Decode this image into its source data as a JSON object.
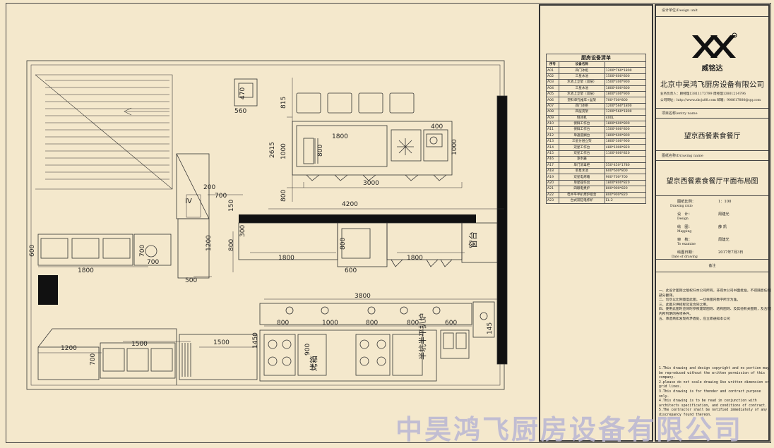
{
  "equipment_list": {
    "title": "厨房设备清单",
    "headers": [
      "序号",
      "设备名称",
      ""
    ],
    "rows": [
      [
        "A01",
        "四门冰柜",
        "1200*760*1800"
      ],
      [
        "A02",
        "三星水池",
        "1500*600*800"
      ],
      [
        "A03",
        "水池上立架（双层）",
        "1500*300*900"
      ],
      [
        "A04",
        "三星水池",
        "1800*600*800"
      ],
      [
        "A05",
        "水池上立架（双层）",
        "1800*300*900"
      ],
      [
        "A06",
        "塑料单孔推车+盆架",
        "700*700*800"
      ],
      [
        "A07",
        "四门冰柜",
        "1200*560*1800"
      ],
      [
        "A08",
        "四层货架",
        "1200*560*1800"
      ],
      [
        "A09",
        "制冰机",
        "400L"
      ],
      [
        "A10",
        "保鲜工作台",
        "1800*600*800"
      ],
      [
        "A11",
        "保鲜工作台",
        "1500*600*800"
      ],
      [
        "A12",
        "单通道搁台",
        "1800*600*800"
      ],
      [
        "A13",
        "三星分层立架",
        "1800*300*900"
      ],
      [
        "A14",
        "双星工作台",
        "480*1000*820"
      ],
      [
        "A15",
        "双星工作台",
        "1100*600*820"
      ],
      [
        "A16",
        "净水器",
        ""
      ],
      [
        "A17",
        "单门消毒柜",
        "550*450*1780"
      ],
      [
        "A18",
        "单星水池",
        "600*600*800"
      ],
      [
        "A19",
        "双星电烤箱",
        "900*700*700"
      ],
      [
        "A20",
        "单星操作台",
        "1800*800*820"
      ],
      [
        "A21",
        "四眼电煮炉",
        "800*900*820"
      ],
      [
        "A22",
        "电半平半扒烤炉组合",
        "800*900*820"
      ],
      [
        "A23",
        "台式双缸电炸炉",
        "EL-2"
      ]
    ]
  },
  "title_block": {
    "design_unit_label": "设计单位/Design unit",
    "logo_text": "威铭达",
    "company_name": "北京中昊鸿飞厨房设备有限公司",
    "contact_line1": "业务负责人：顾经理13811173799    周经理13801214796",
    "contact_line2": "公司网址：http://www.zhcjx88.com   邮箱：908617880@qq.com",
    "project_label": "项目名称/entry name",
    "project_name": "望京西餐素食餐厅",
    "drawing_label": "图纸名称/Drawing name",
    "drawing_name": "望京西餐素食餐厅平面布局图",
    "ratio_label": "图纸比例：",
    "ratio_label_en": "Drawing ratio",
    "ratio_value": "1：100",
    "design_label": "设　计：",
    "design_label_en": "Design",
    "design_value": "周建光",
    "mapping_label": "绘　图：",
    "mapping_label_en": "Mapping",
    "mapping_value": "薛 凯",
    "examine_label": "审　核：",
    "examine_label_en": "To examine",
    "examine_value": "周建光",
    "date_label": "绘图日期：",
    "date_label_en": "Date of drawing",
    "date_value": "2017年7月3日",
    "notes_label": "备注",
    "notes_cn": [
      "一、此设计图则之版权归本公司所有，非得本公司书面批准，不得随意任何部分翻译。",
      "二、切勿以比例量度此图，一切依图内数字所示为准。",
      "三、此图只供招标及竞合同之用。",
      "四、使用此图时应同时参照建筑图则、结构图则、及其他有关图则，及合同内所列明的各项条件。",
      "五、承造商如发现有矛盾处，应立即通知本公司"
    ],
    "notes_en": [
      "1.This drawing and design copyright and no portion may be reproduced without the written permission of this company.",
      "2.please do not scale drawing Use written dimension or grid lines.",
      "3.This drawing is for thender and contract purpose only.",
      "4.This drawing is to be read in conjunction with architects specification, and conditions of contract.",
      "5.The contractor shall be notified immediately of any discrepancy found thereon."
    ]
  },
  "plan": {
    "dimensions": {
      "d470": "470",
      "d560": "560",
      "d815": "815",
      "d2615": "2615",
      "d1000a": "1000",
      "d1800a": "1800",
      "d400a": "400",
      "d800a": "800",
      "d1000b": "1000",
      "d3000": "3000",
      "d800b": "800",
      "d200": "200",
      "d700a": "700",
      "d4200": "4200",
      "d150": "150",
      "d300": "300",
      "d800c": "800",
      "d1200a": "1200",
      "d1800b": "1800",
      "d800d": "800",
      "d600a": "600",
      "d1800c": "1800",
      "d600b": "600",
      "d1800d": "1800",
      "d700b": "700",
      "d700c": "700",
      "d500": "500",
      "d3800": "3800",
      "d800e": "800",
      "d1000c": "1000",
      "d800f": "800",
      "d800g": "800",
      "d600c": "600",
      "d145": "145",
      "d1450": "1450",
      "d900": "900",
      "d1200b": "1200",
      "d1500a": "1500",
      "d1500b": "1500",
      "d700d": "700"
    },
    "labels": {
      "window": "窗台",
      "oven": "烤箱",
      "griddle": "半坑半平扒炉",
      "iv": "IV"
    }
  },
  "watermark": "中昊鸿飞厨房设备有限公司"
}
